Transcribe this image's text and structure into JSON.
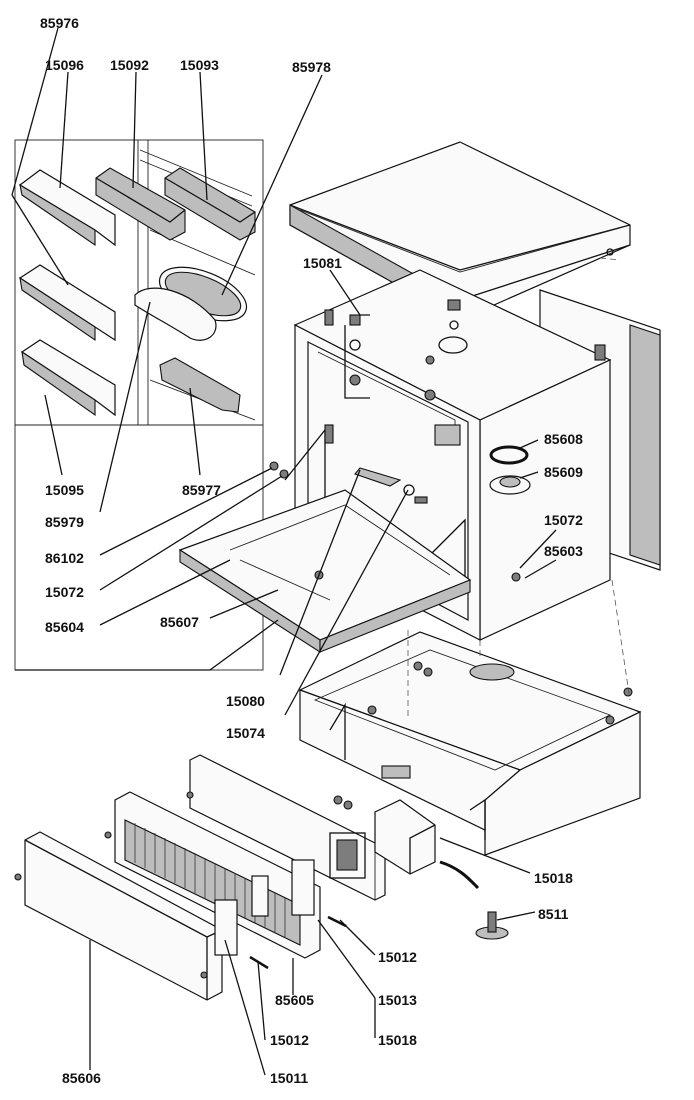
{
  "labels": {
    "p85976": "85976",
    "p15096": "15096",
    "p15092": "15092",
    "p15093": "15093",
    "p85978": "85978",
    "p15081": "15081",
    "p85608": "85608",
    "p85609": "85609",
    "p15072a": "15072",
    "p85603": "85603",
    "p15095": "15095",
    "p85977": "85977",
    "p85979": "85979",
    "p86102": "86102",
    "p15072b": "15072",
    "p85604": "85604",
    "p85607": "85607",
    "p15080": "15080",
    "p15074": "15074",
    "p15018a": "15018",
    "p8511": "8511",
    "p15012a": "15012",
    "p15013": "15013",
    "p15018b": "15018",
    "p85605": "85605",
    "p15012b": "15012",
    "p85606": "85606",
    "p15011": "15011"
  }
}
